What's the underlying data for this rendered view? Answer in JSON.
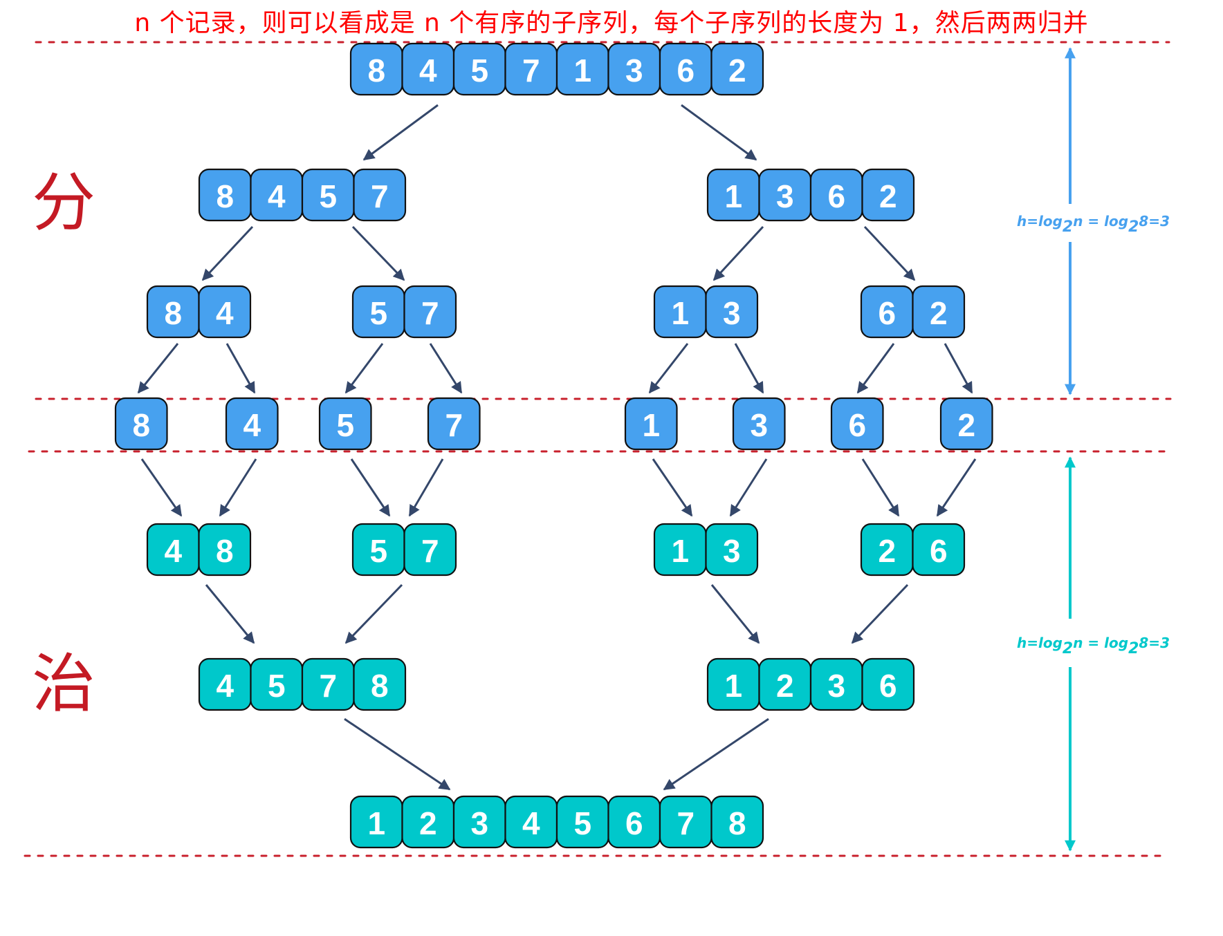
{
  "title": "n 个记录，则可以看成是 n 个有序的子序列，每个子序列的长度为 1，然后两两归并",
  "labels": {
    "divide": "分",
    "conquer": "治"
  },
  "formulas": {
    "divide": {
      "h": "h=log",
      "sub1": "2",
      "mid": "n = log",
      "sub2": "2",
      "end": "8=3"
    },
    "conquer": {
      "h": "h=log",
      "sub1": "2",
      "mid": "n = log",
      "sub2": "2",
      "end": "8=3"
    }
  },
  "colors": {
    "divide_fill": "#47a1ef",
    "conquer_fill": "#00c8cb",
    "cell_border": "#111111",
    "arrow": "#34476a",
    "dotted_line": "#c8202c",
    "title": "#ff0000",
    "side_label": "#c41a24",
    "divide_measure": "#47a1ef",
    "conquer_measure": "#00c8cb"
  },
  "stages": {
    "divide": [
      [
        [
          8,
          4,
          5,
          7,
          1,
          3,
          6,
          2
        ]
      ],
      [
        [
          8,
          4,
          5,
          7
        ],
        [
          1,
          3,
          6,
          2
        ]
      ],
      [
        [
          8,
          4
        ],
        [
          5,
          7
        ],
        [
          1,
          3
        ],
        [
          6,
          2
        ]
      ],
      [
        [
          8
        ],
        [
          4
        ],
        [
          5
        ],
        [
          7
        ],
        [
          1
        ],
        [
          3
        ],
        [
          6
        ],
        [
          2
        ]
      ]
    ],
    "conquer": [
      [
        [
          4,
          8
        ],
        [
          5,
          7
        ],
        [
          1,
          3
        ],
        [
          2,
          6
        ]
      ],
      [
        [
          4,
          5,
          7,
          8
        ],
        [
          1,
          2,
          3,
          6
        ]
      ],
      [
        [
          1,
          2,
          3,
          4,
          5,
          6,
          7,
          8
        ]
      ]
    ]
  }
}
